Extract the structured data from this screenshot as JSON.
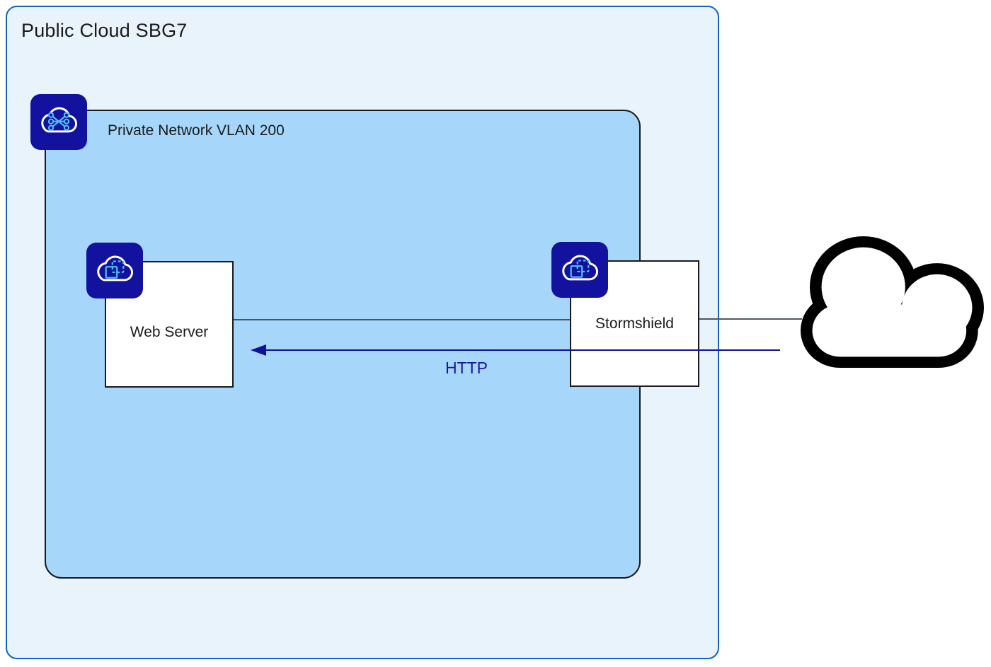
{
  "diagram": {
    "outer_zone": {
      "label": "Public Cloud SBG7"
    },
    "private_network": {
      "label": "Private Network VLAN 200",
      "icon": "vlan-network-cloud-icon"
    },
    "nodes": [
      {
        "id": "web-server",
        "label": "Web Server",
        "icon": "cloud-instance-icon"
      },
      {
        "id": "stormshield",
        "label": "Stormshield",
        "icon": "cloud-instance-icon"
      },
      {
        "id": "internet",
        "icon": "internet-cloud-icon"
      }
    ],
    "connections": [
      {
        "from": "web-server",
        "to": "stormshield",
        "type": "plain-line"
      },
      {
        "from": "stormshield",
        "to": "internet",
        "type": "plain-line"
      },
      {
        "from": "internet",
        "to": "web-server",
        "type": "arrow",
        "label": "HTTP"
      }
    ],
    "colors": {
      "outer_fill": "#e8f3fc",
      "outer_border": "#1068bf",
      "inner_fill": "#a6d6f9",
      "inner_border": "#1a1a1a",
      "badge_background": "#12129e",
      "badge_glyph": "#4fc0f0",
      "badge_cloud_stroke": "#ffffff",
      "arrow_blue": "#10109e",
      "plain_line_gray": "#4d565e",
      "node_fill": "#ffffff",
      "node_border": "#1a1a1a",
      "text": "#1a1a1a",
      "internet_cloud": "#000000"
    }
  }
}
